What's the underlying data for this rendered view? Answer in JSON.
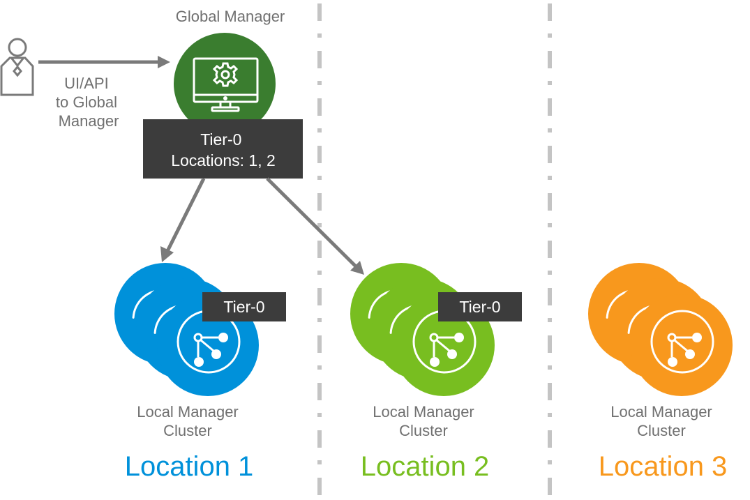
{
  "colors": {
    "global_manager": "#3a7d2f",
    "location_1": "#0091da",
    "location_2": "#78be20",
    "location_3": "#f8981d",
    "label_gray": "#707070",
    "dark_box": "#3c3c3c",
    "arrow": "#7a7a7a",
    "divider": "#c4c4c4"
  },
  "user": {
    "icon": "user-icon",
    "arrow_label_lines": [
      "UI/API",
      "to Global",
      "Manager"
    ]
  },
  "global_manager": {
    "title": "Global Manager",
    "icon": "monitor-gear-icon",
    "box_lines": [
      "Tier-0",
      "Locations: 1, 2"
    ]
  },
  "locations": [
    {
      "name": "Location 1",
      "cluster_label_lines": [
        "Local Manager",
        "Cluster"
      ],
      "badge": "Tier-0",
      "icon": "network-topology-icon"
    },
    {
      "name": "Location 2",
      "cluster_label_lines": [
        "Local Manager",
        "Cluster"
      ],
      "badge": "Tier-0",
      "icon": "network-topology-icon"
    },
    {
      "name": "Location 3",
      "cluster_label_lines": [
        "Local Manager",
        "Cluster"
      ],
      "badge": null,
      "icon": "network-topology-icon"
    }
  ]
}
